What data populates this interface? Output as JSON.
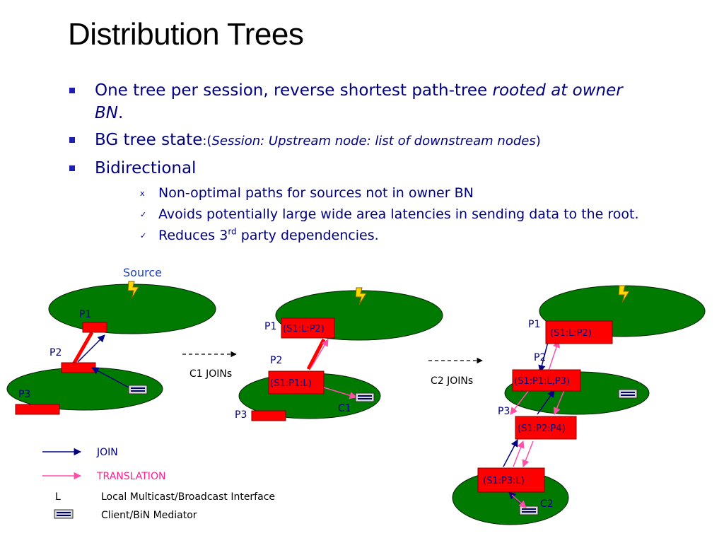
{
  "title": "Distribution Trees",
  "bullets": {
    "b1_text": "One tree per session, reverse shortest path-tree ",
    "b1_italic": "rooted at owner BN",
    "b1_end": ".",
    "b2_text": "BG tree state",
    "b2_paren_open": ":(",
    "b2_italic": "Session: Upstream node: list of downstream nodes",
    "b2_paren_close": ")",
    "b3_text": "Bidirectional",
    "sub1_marker": "x",
    "sub1_text": "Non-optimal paths for sources not in owner BN",
    "sub2_marker": "✓",
    "sub2_text": "Avoids potentially large wide area latencies in sending data to the root.",
    "sub3_marker": "✓",
    "sub3_pre": "Reduces 3",
    "sub3_sup": "rd",
    "sub3_post": " party dependencies."
  },
  "diagram": {
    "source_label": "Source",
    "arrow1_label": "C1 JOINs",
    "arrow2_label": "C2 JOINs",
    "left": {
      "p1": "P1",
      "p2": "P2",
      "p3": "P3"
    },
    "middle": {
      "p1": "P1",
      "p2": "P2",
      "p3": "P3",
      "c1": "C1",
      "state_p1": "(S1:L:P2)",
      "state_p2": "(S1:P1:L)"
    },
    "right": {
      "p1": "P1",
      "p2": "P2",
      "p3": "P3",
      "c2": "C2",
      "state_p1": "(S1:L:P2)",
      "state_p2": "(S1:P1:L,P3)",
      "state_p2b": "(S1:P2:P4)",
      "state_p3": "(S1:P3:L)"
    }
  },
  "legend": {
    "join": "JOIN",
    "translation": "TRANSLATION",
    "local_key": "L",
    "local_text": "Local Multicast/Broadcast Interface",
    "mediator_text": "Client/BiN Mediator"
  },
  "colors": {
    "ellipse": "#007a00",
    "router": "#ff0000",
    "join_arrow": "#000080",
    "translation_arrow": "#ff4fa8",
    "text": "#000080",
    "state_text": "#000080"
  }
}
